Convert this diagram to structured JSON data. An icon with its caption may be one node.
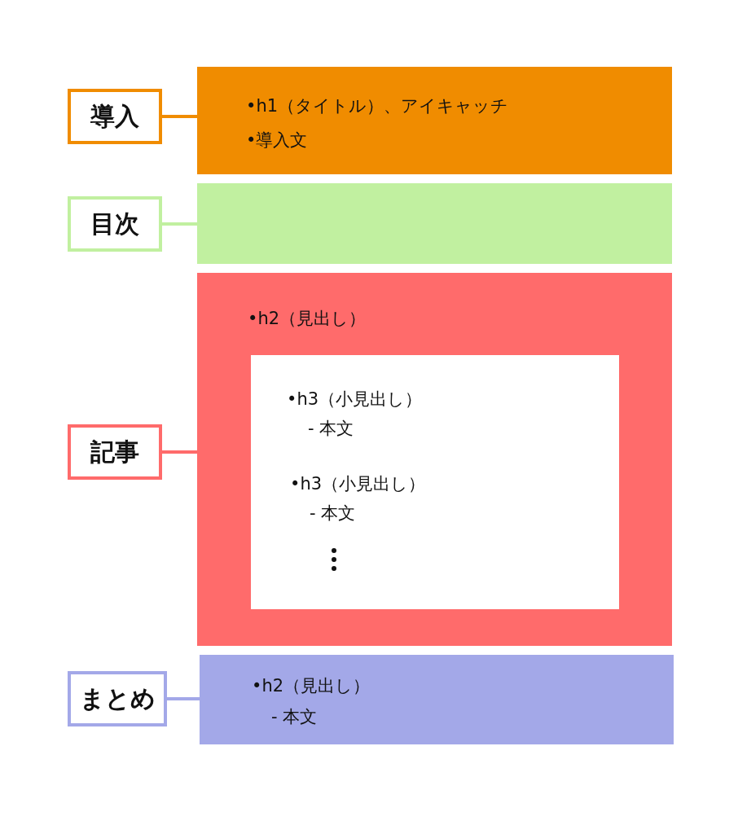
{
  "diagram": {
    "nodes": [
      {
        "text": [
          "導入"
        ]
      },
      {
        "text": [
          "•h1（タイトル）、アイキャッチ",
          "•導入文"
        ]
      },
      {
        "text": [
          "目次"
        ]
      },
      {
        "text": [],
        "shape": "box"
      },
      {
        "text": [
          "記事"
        ]
      },
      {
        "text": [
          "•h2（見出し）"
        ]
      },
      {
        "text": [
          "•h3（小見出し）",
          "- 本文",
          "•h3（小見出し）",
          "- 本文"
        ],
        "in": 5
      },
      {
        "text": [
          "まとめ"
        ]
      },
      {
        "text": [
          "•h2（見出し）",
          "- 本文"
        ]
      }
    ],
    "edges": [
      {
        "from": 0,
        "to": 1,
        "arrow": "none",
        "color": "#f08c00"
      },
      {
        "from": 2,
        "to": 3,
        "arrow": "none",
        "color": "#c1f0a0"
      },
      {
        "from": 4,
        "to": 5,
        "arrow": "none",
        "color": "#ff6b6b"
      },
      {
        "from": 7,
        "to": 8,
        "arrow": "none",
        "color": "#a3a8e8"
      }
    ]
  }
}
